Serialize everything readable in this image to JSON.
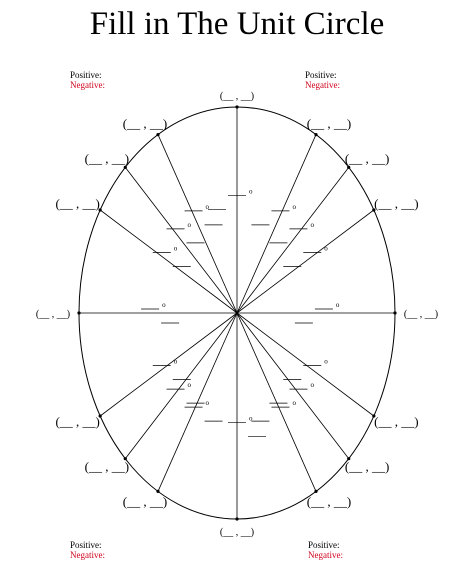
{
  "page": {
    "title": "Fill in The Unit Circle"
  },
  "colors": {
    "ink": "#000000",
    "negative": "#d0021b"
  },
  "quadrants": [
    {
      "id": "q2",
      "positive_label": "Positive:",
      "negative_label": "Negative:"
    },
    {
      "id": "q1",
      "positive_label": "Positive:",
      "negative_label": "Negative:"
    },
    {
      "id": "q3",
      "positive_label": "Positive:",
      "negative_label": "Negative:"
    },
    {
      "id": "q4",
      "positive_label": "Positive:",
      "negative_label": "Negative:"
    }
  ],
  "diagram": {
    "angles_deg": [
      0,
      30,
      45,
      60,
      90,
      120,
      135,
      150,
      180,
      210,
      225,
      240,
      270,
      300,
      315,
      330
    ],
    "coordinate_blank": "(__ , __)",
    "degree_mark": "o"
  }
}
